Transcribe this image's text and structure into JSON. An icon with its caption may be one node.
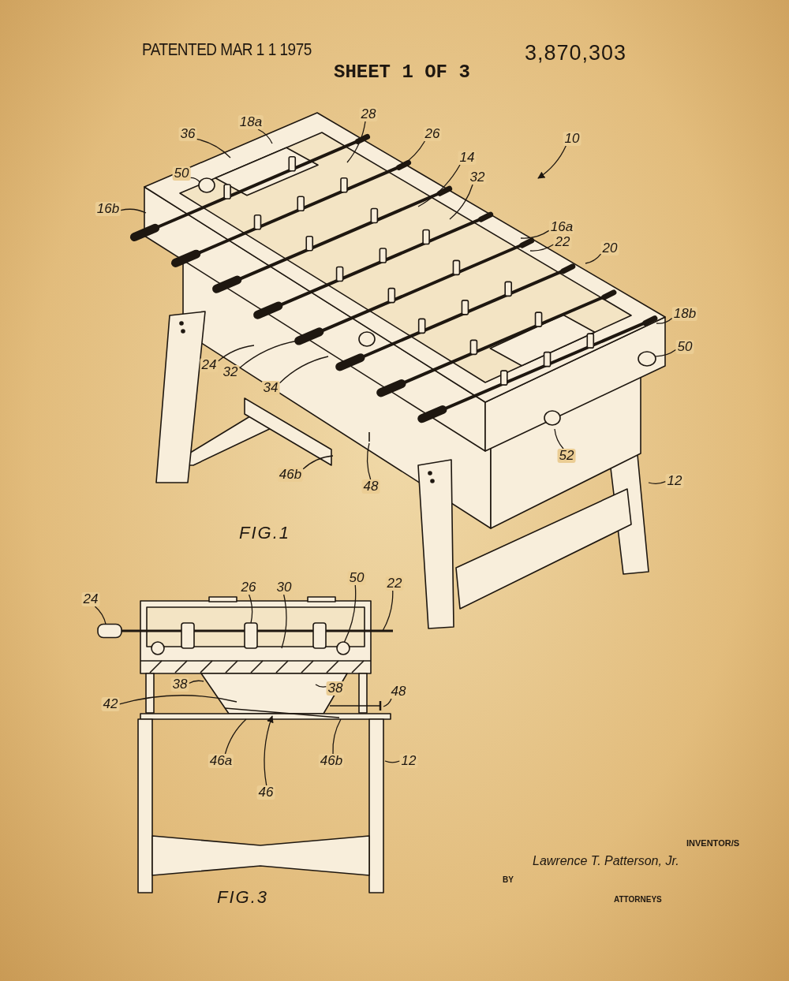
{
  "diagram": {
    "nodes": [
      {
        "text": [
          "18a"
        ]
      },
      {
        "text": [
          "36"
        ]
      },
      {
        "text": [
          "28"
        ]
      },
      {
        "text": [
          "26"
        ]
      },
      {
        "text": [
          "50"
        ]
      },
      {
        "text": [
          "14"
        ]
      },
      {
        "text": [
          "10"
        ]
      },
      {
        "text": [
          "32"
        ]
      },
      {
        "text": [
          "16a"
        ]
      },
      {
        "text": [
          "16b"
        ]
      },
      {
        "text": [
          "22"
        ]
      },
      {
        "text": [
          "20"
        ]
      },
      {
        "text": [
          "18b"
        ]
      },
      {
        "text": [
          "50"
        ]
      },
      {
        "text": [
          "24"
        ]
      },
      {
        "text": [
          "32"
        ]
      },
      {
        "text": [
          "34"
        ]
      },
      {
        "text": [
          "52"
        ]
      },
      {
        "text": [
          "46b"
        ]
      },
      {
        "text": [
          "48"
        ]
      },
      {
        "text": [
          "12"
        ]
      },
      {
        "text": [
          "24"
        ]
      },
      {
        "text": [
          "26"
        ]
      },
      {
        "text": [
          "30"
        ]
      },
      {
        "text": [
          "50"
        ]
      },
      {
        "text": [
          "22"
        ]
      },
      {
        "text": [
          "38"
        ]
      },
      {
        "text": [
          "38"
        ]
      },
      {
        "text": [
          "42"
        ]
      },
      {
        "text": [
          "48"
        ]
      },
      {
        "text": [
          "46a"
        ]
      },
      {
        "text": [
          "46b"
        ]
      },
      {
        "text": [
          "12"
        ]
      },
      {
        "text": [
          "46"
        ]
      },
      {
        "text": [],
        "shape": "circle"
      },
      {
        "text": [],
        "shape": "circle"
      },
      {
        "text": [],
        "shape": "box"
      },
      {
        "text": [],
        "shape": "circle"
      }
    ],
    "edges": [
      {
        "from": 0,
        "to": null,
        "arrow": "none"
      },
      {
        "from": 1,
        "to": null,
        "arrow": "none"
      },
      {
        "from": 2,
        "to": null,
        "arrow": "none"
      },
      {
        "from": 3,
        "to": null,
        "arrow": "none"
      },
      {
        "from": 4,
        "to": 34,
        "arrow": "none"
      },
      {
        "from": 5,
        "to": null,
        "arrow": "none"
      },
      {
        "from": 6,
        "to": null,
        "arrow": "to"
      },
      {
        "from": 7,
        "to": null,
        "arrow": "none"
      },
      {
        "from": 8,
        "to": null,
        "arrow": "none"
      },
      {
        "from": 9,
        "to": null,
        "arrow": "none"
      },
      {
        "from": 10,
        "to": null,
        "arrow": "none"
      },
      {
        "from": 11,
        "to": null,
        "arrow": "none"
      },
      {
        "from": 12,
        "to": null,
        "arrow": "none"
      },
      {
        "from": 13,
        "to": 35,
        "arrow": "none"
      },
      {
        "from": 14,
        "to": null,
        "arrow": "none"
      },
      {
        "from": 15,
        "to": null,
        "arrow": "none"
      },
      {
        "from": 16,
        "to": null,
        "arrow": "none"
      },
      {
        "from": 17,
        "to": null,
        "arrow": "none"
      },
      {
        "from": 18,
        "to": null,
        "arrow": "none"
      },
      {
        "from": 19,
        "to": null,
        "arrow": "none"
      },
      {
        "from": 20,
        "to": null,
        "arrow": "none"
      },
      {
        "from": 21,
        "to": 36,
        "arrow": "none"
      },
      {
        "from": 22,
        "to": null,
        "arrow": "none"
      },
      {
        "from": 23,
        "to": null,
        "arrow": "none"
      },
      {
        "from": 24,
        "to": 37,
        "arrow": "none"
      },
      {
        "from": 25,
        "to": null,
        "arrow": "none"
      },
      {
        "from": 26,
        "to": null,
        "arrow": "none"
      },
      {
        "from": 27,
        "to": null,
        "arrow": "none"
      },
      {
        "from": 28,
        "to": null,
        "arrow": "none"
      },
      {
        "from": 29,
        "to": null,
        "arrow": "none"
      },
      {
        "from": 30,
        "to": null,
        "arrow": "none"
      },
      {
        "from": 31,
        "to": null,
        "arrow": "none"
      },
      {
        "from": 32,
        "to": null,
        "arrow": "none"
      },
      {
        "from": 33,
        "to": null,
        "arrow": "to"
      }
    ],
    "labels": [
      "PATENTED MAR 1 1 1975",
      "3,870,303",
      "SHEET 1 OF 3",
      "FIG.1",
      "FIG.3",
      "INVENTOR/S",
      "Lawrence T. Patterson, Jr.",
      "BY",
      "ATTORNEYS"
    ]
  }
}
